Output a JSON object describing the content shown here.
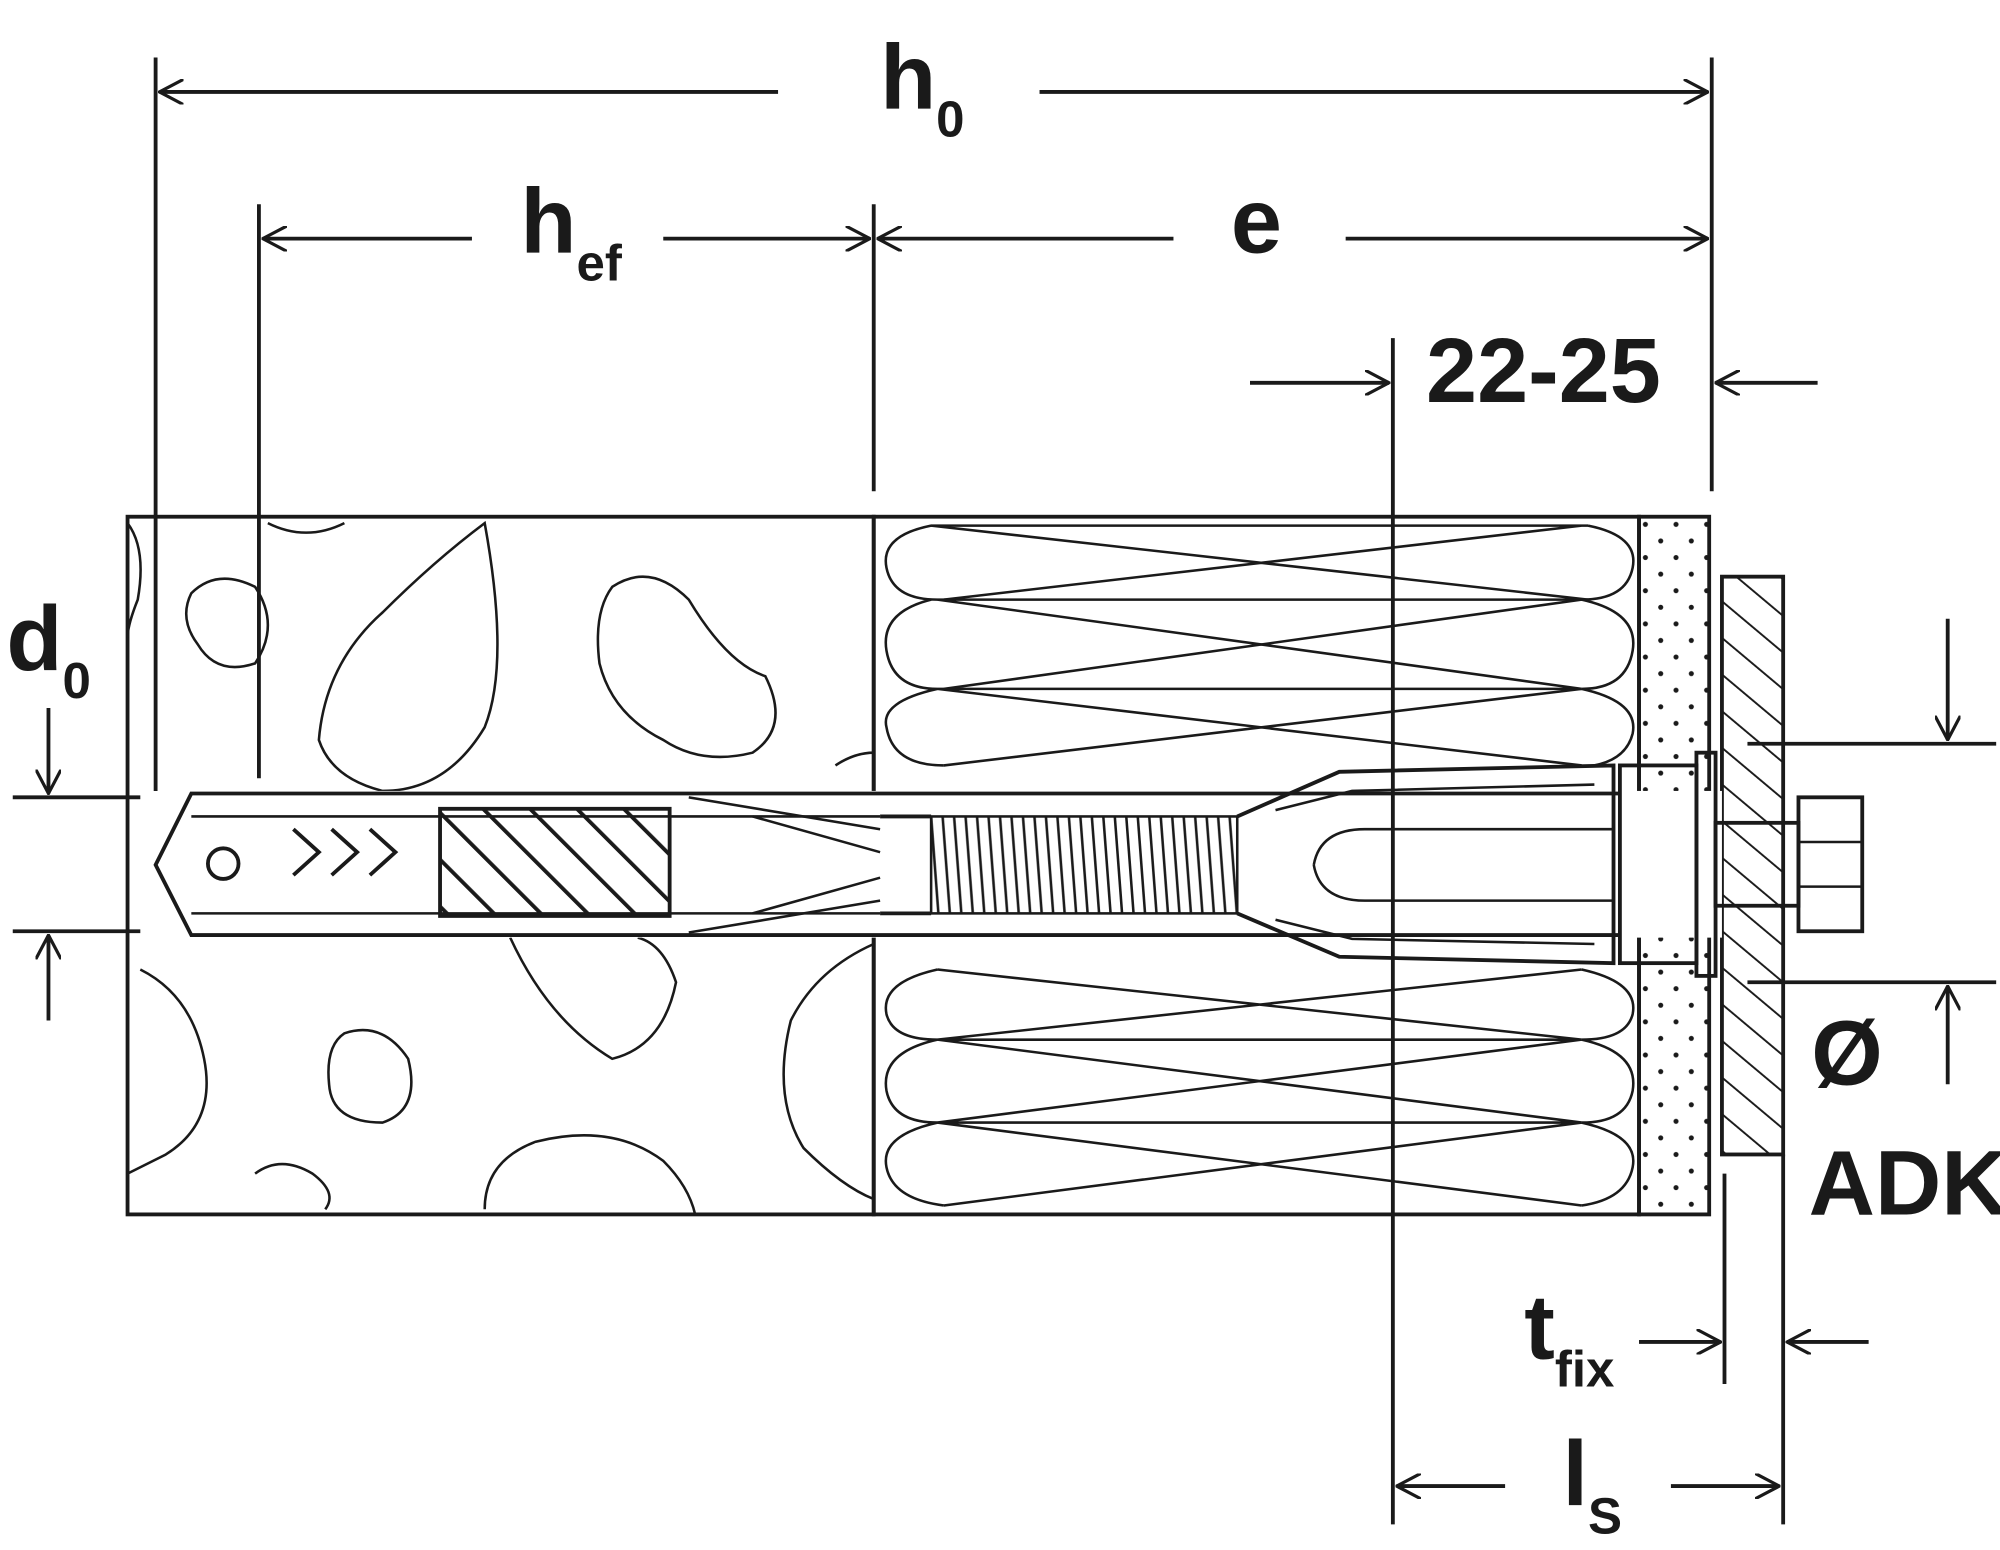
{
  "labels": {
    "h0": {
      "main": "h",
      "sub": "0"
    },
    "hef": {
      "main": "h",
      "sub": "ef"
    },
    "e": {
      "main": "e"
    },
    "range": {
      "main": "22-25"
    },
    "d0": {
      "main": "d",
      "sub": "0"
    },
    "adk": {
      "line1": "Ø",
      "line2": "ADK"
    },
    "tfix": {
      "main": "t",
      "sub": "fix"
    },
    "ls": {
      "main": "l",
      "sub": "S"
    }
  }
}
